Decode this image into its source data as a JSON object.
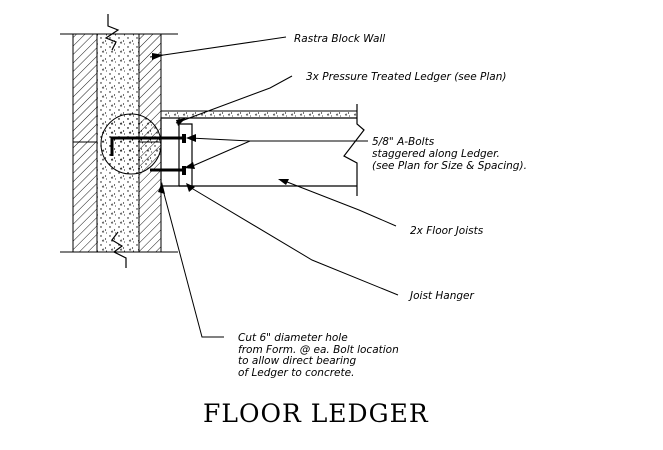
{
  "title": "FLOOR LEDGER",
  "labels": {
    "wall": "Rastra Block Wall",
    "ledger": "3x Pressure Treated Ledger (see Plan)",
    "bolts_line1": "5/8\" A-Bolts",
    "bolts_line2": "staggered along Ledger.",
    "bolts_line3": "(see Plan for Size & Spacing).",
    "joists": "2x Floor Joists",
    "hanger": "Joist Hanger",
    "note_line1": "Cut 6\" diameter hole",
    "note_line2": "from Form. @ ea. Bolt location",
    "note_line3": "to allow direct bearing",
    "note_line4": "of Ledger to concrete."
  }
}
